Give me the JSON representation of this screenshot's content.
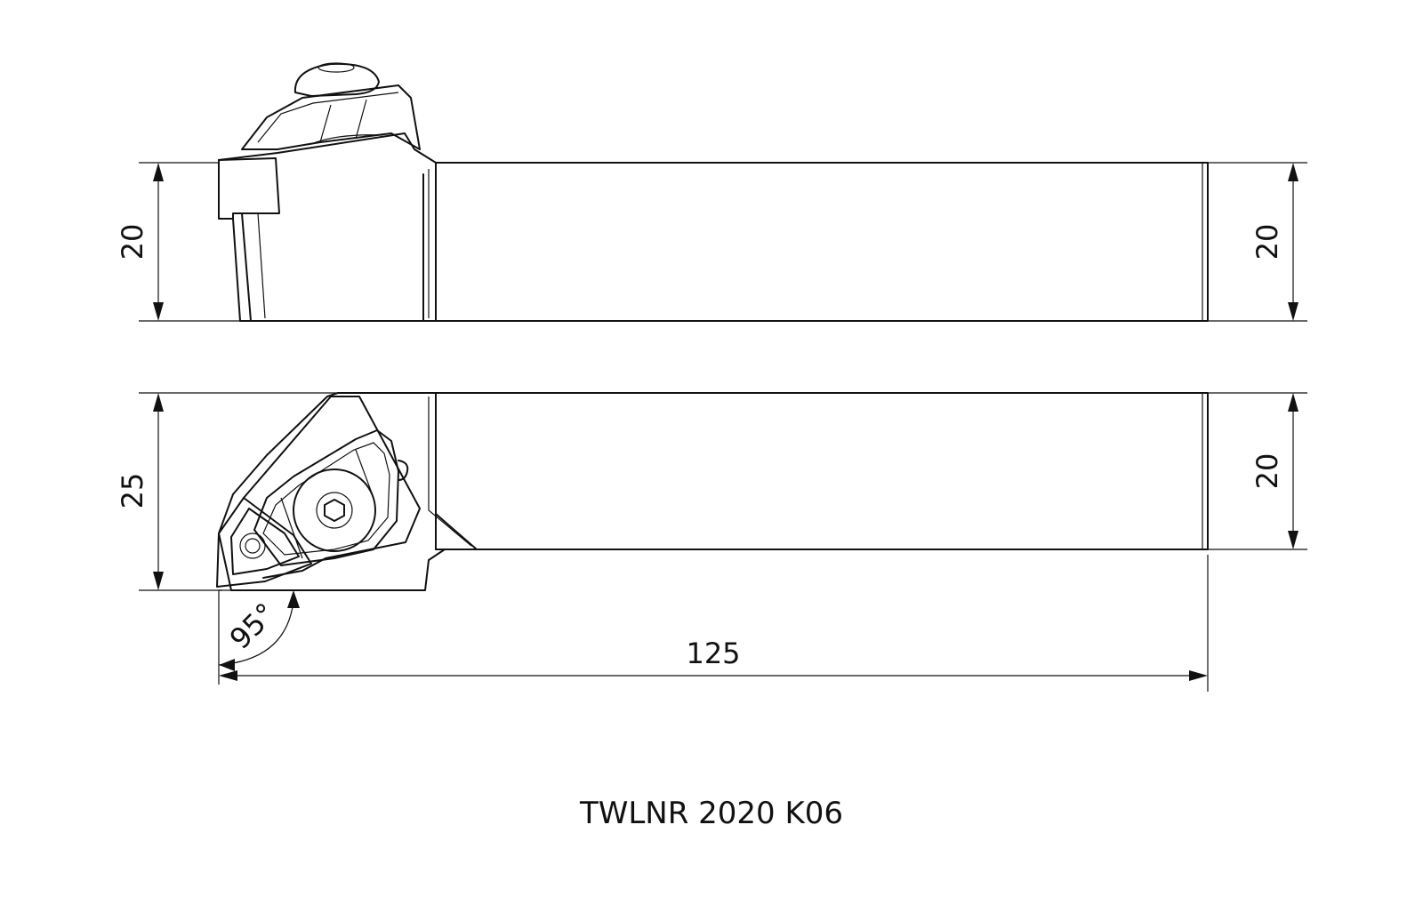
{
  "dimensions": {
    "side_height_left": "20",
    "side_height_right": "20",
    "top_width_left": "25",
    "top_width_right": "20",
    "overall_length": "125",
    "approach_angle": "95°"
  },
  "title": "TWLNR 2020 K06"
}
